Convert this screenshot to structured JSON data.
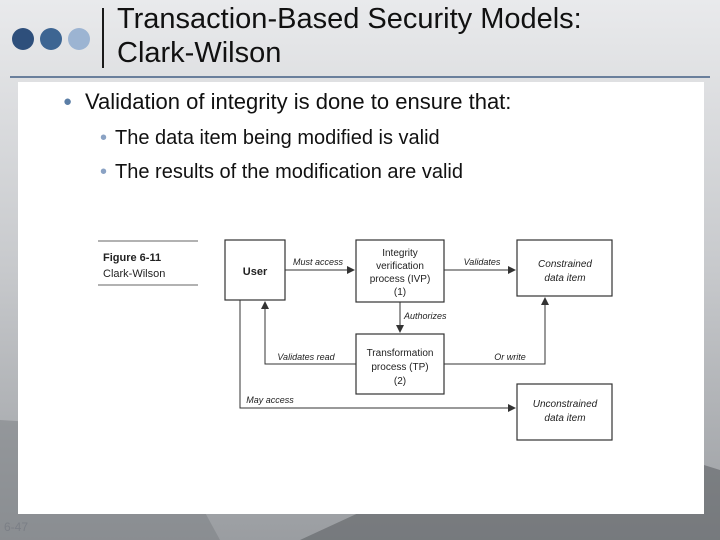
{
  "title": "Transaction-Based Security Models:\nClark-Wilson",
  "bullet_main": "Validation of integrity is done to ensure that:",
  "sub_bullets": [
    "The data item being modified is valid",
    "The results of the modification are valid"
  ],
  "figure": {
    "caption_line1": "Figure 6-11",
    "caption_line2": "Clark-Wilson",
    "boxes": {
      "user": "User",
      "ivp": [
        "Integrity",
        "verification",
        "process (IVP)",
        "(1)"
      ],
      "cdi": [
        "Constrained",
        "data item"
      ],
      "tp": [
        "Transformation",
        "process (TP)",
        "(2)"
      ],
      "udi": [
        "Unconstrained",
        "data item"
      ]
    },
    "labels": {
      "must_access": "Must access",
      "validates": "Validates",
      "authorizes": "Authorizes",
      "validates_read": "Validates read",
      "or_write": "Or write",
      "may_access": "May access"
    }
  },
  "slide_number": "6-47",
  "colors": {
    "accent": "#5b7ea6",
    "rule": "#6a7f9c"
  }
}
